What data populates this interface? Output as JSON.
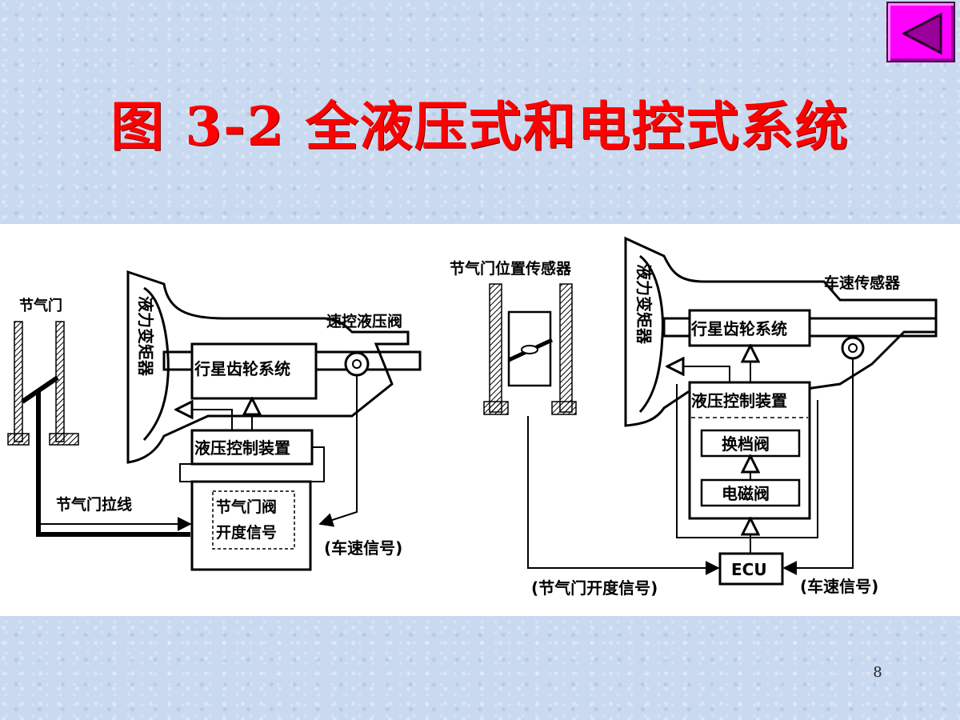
{
  "slide": {
    "title": "图 3-2  全液压式和电控式系统",
    "page_number": "8"
  },
  "navigation": {
    "back_button_icon": "triangle-left-icon"
  },
  "hydraulic_diagram": {
    "throttle": "节气门",
    "speed_control_valve": "速控液压阀",
    "planetary_gear": "行星齿轮系统",
    "torque_converter": "液力变矩器",
    "hydraulic_control": "液压控制装置",
    "throttle_cable": "节气门拉线",
    "throttle_valve_line1": "节气门阀",
    "throttle_valve_line2": "开度信号",
    "speed_signal": "(车速信号)"
  },
  "electronic_diagram": {
    "throttle_position_sensor": "节气门位置传感器",
    "vehicle_speed_sensor": "车速传感器",
    "torque_converter": "液力变矩器",
    "planetary_gear": "行星齿轮系统",
    "hydraulic_control": "液压控制装置",
    "shift_valve": "换档阀",
    "solenoid_valve": "电磁阀",
    "ecu": "ECU",
    "throttle_opening_signal": "(节气门开度信号)",
    "speed_signal": "(车速信号)"
  },
  "colors": {
    "title": "#ff0000",
    "nav_button": "#ff00ff",
    "nav_arrow": "#9a009a",
    "panel": "#ffffff"
  }
}
